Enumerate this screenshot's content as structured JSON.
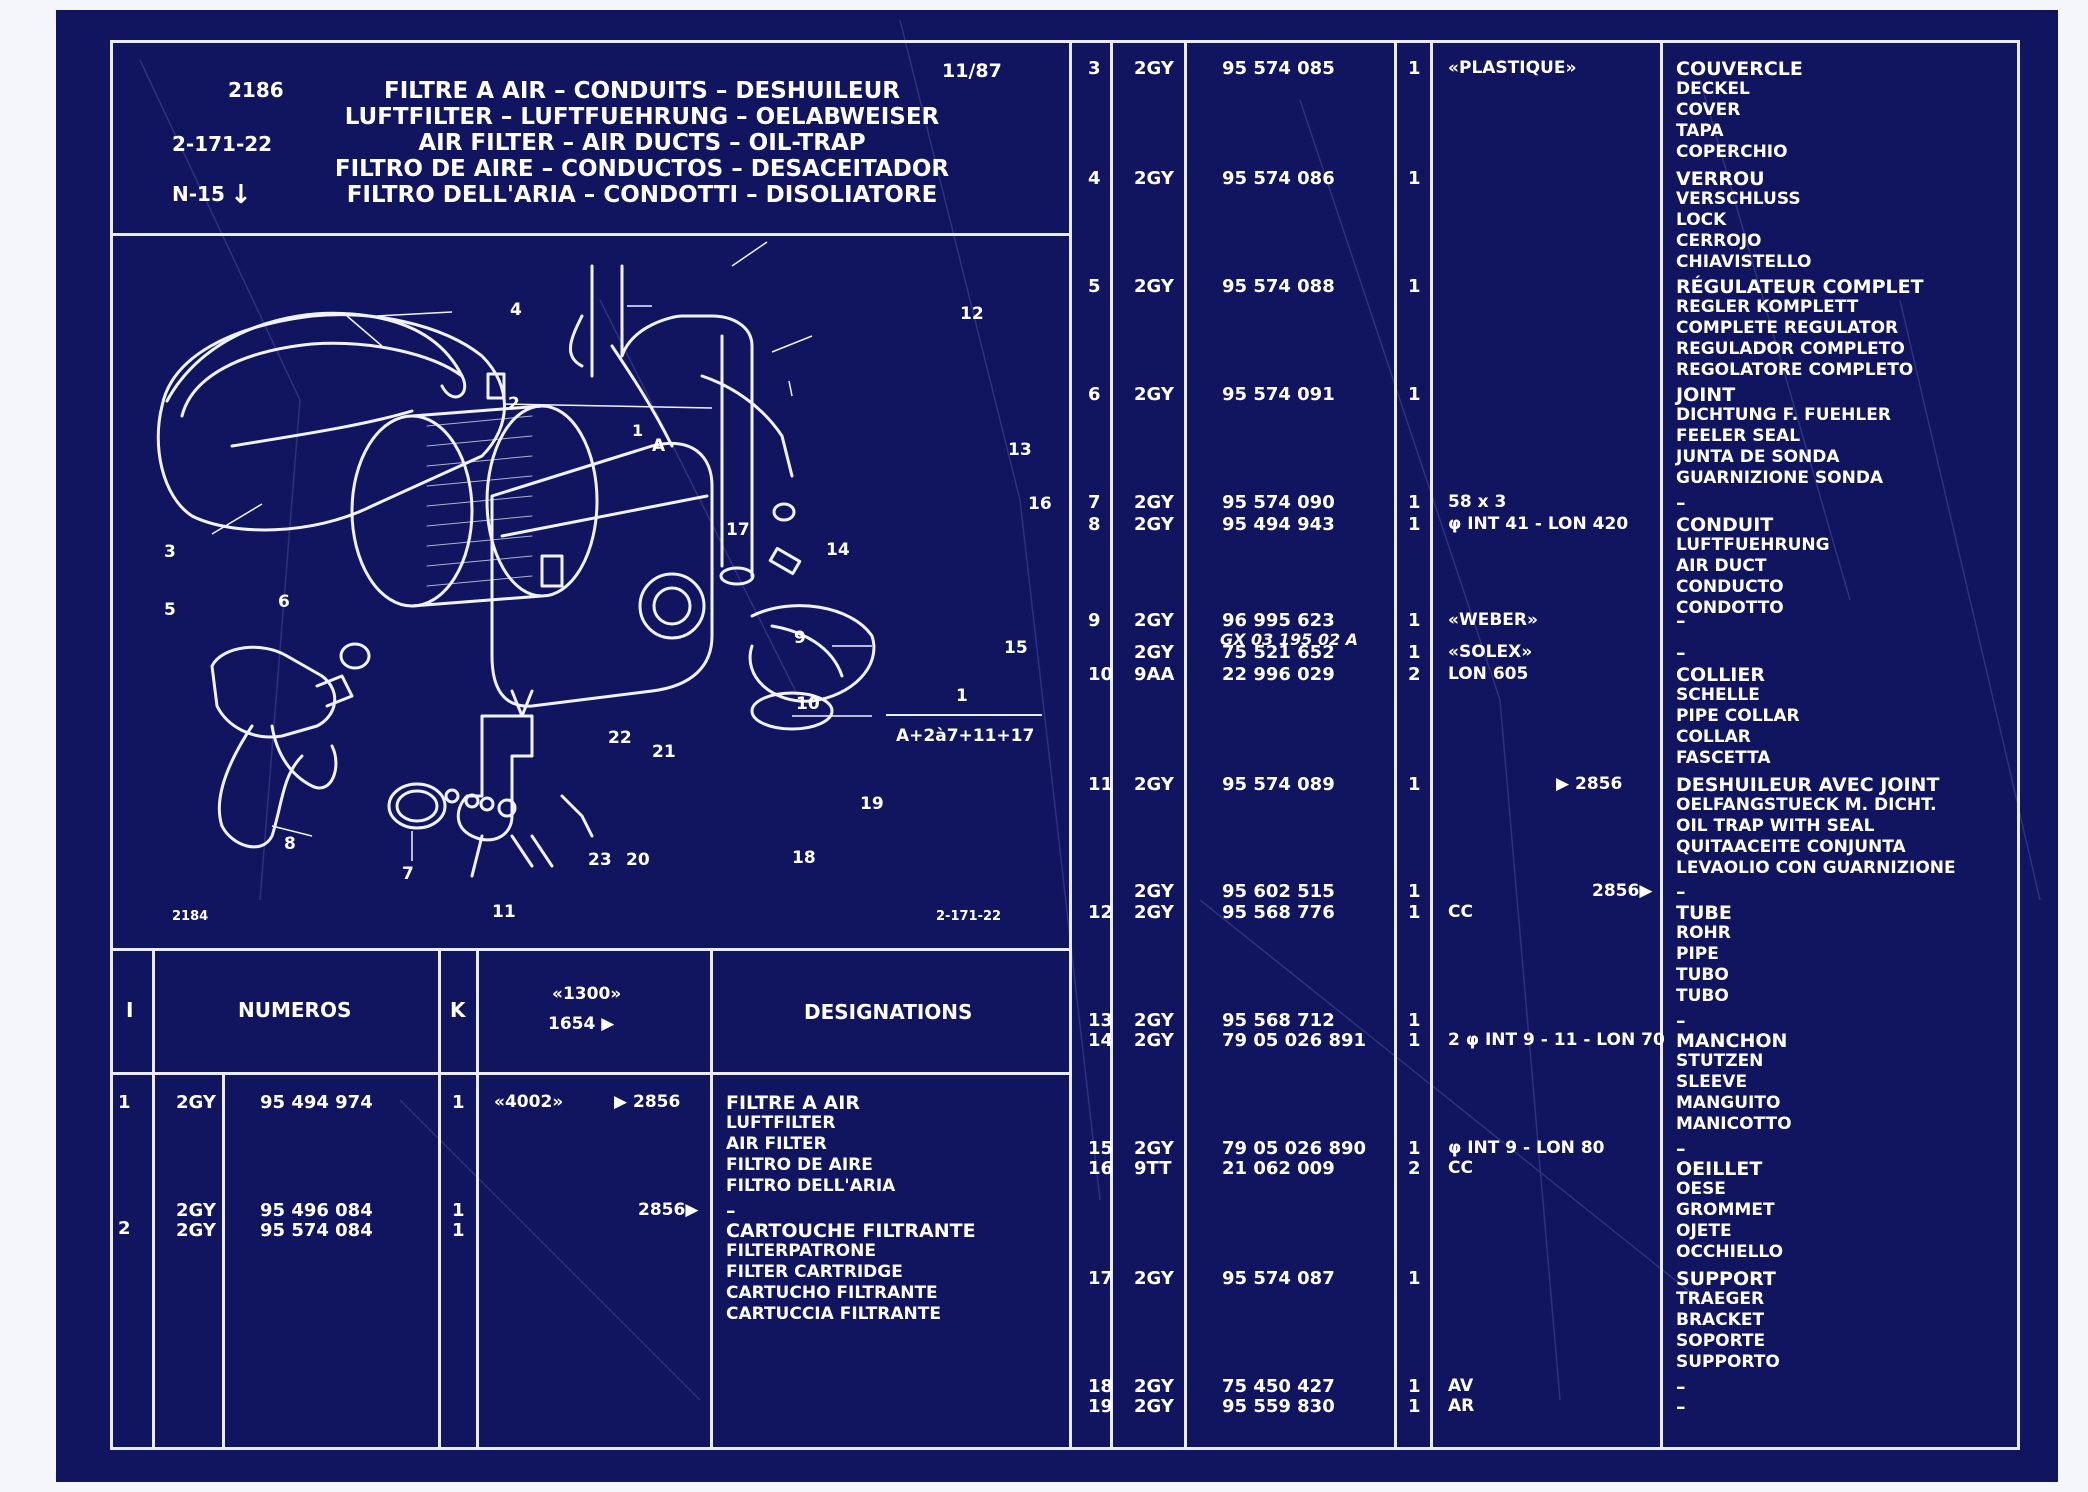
{
  "header": {
    "page_number": "2186",
    "ref_code": "2-171-22",
    "index_code": "N-15",
    "date": "11/87",
    "titles": [
      "FILTRE A AIR – CONDUITS – DESHUILEUR",
      "LUFTFILTER – LUFTFUEHRUNG – OELABWEISER",
      "AIR FILTER – AIR DUCTS – OIL-TRAP",
      "FILTRO DE AIRE – CONDUCTOS – DESACEITADOR",
      "FILTRO DELL'ARIA – CONDOTTI – DISOLIATORE"
    ]
  },
  "diagram": {
    "labels": [
      "1",
      "2",
      "3",
      "4",
      "5",
      "6",
      "7",
      "8",
      "9",
      "10",
      "11",
      "12",
      "13",
      "14",
      "15",
      "16",
      "17",
      "18",
      "19",
      "20",
      "21",
      "22",
      "23",
      "A"
    ],
    "assembly_label": "1",
    "assembly_formula": "A+2à7+11+17",
    "footer_left": "2184",
    "footer_right": "2-171-22"
  },
  "table_headers": {
    "item": "I",
    "numbers": "NUMEROS",
    "qty": "K",
    "model": "«1300»",
    "model_ref": "1654 ▶",
    "designations": "DESIGNATIONS"
  },
  "left_rows": [
    {
      "item": "1",
      "code": "2GY",
      "number": "95 494 974",
      "qty": "1",
      "note": "«4002»",
      "ref": "▶ 2856",
      "names": [
        "FILTRE A AIR",
        "LUFTFILTER",
        "AIR FILTER",
        "FILTRO DE AIRE",
        "FILTRO DELL'ARIA"
      ]
    },
    {
      "item": "",
      "code": "2GY",
      "number": "95 496 084",
      "qty": "1",
      "note": "",
      "ref": "2856▶",
      "names": [
        "–"
      ]
    },
    {
      "item": "2",
      "code": "2GY",
      "number": "95 574 084",
      "qty": "1",
      "note": "",
      "ref": "",
      "names": [
        "CARTOUCHE FILTRANTE",
        "FILTERPATRONE",
        "FILTER CARTRIDGE",
        "CARTUCHO FILTRANTE",
        "CARTUCCIA FILTRANTE"
      ]
    }
  ],
  "right_rows": [
    {
      "item": "3",
      "code": "2GY",
      "number": "95 574 085",
      "qty": "1",
      "note": "«PLASTIQUE»",
      "names": [
        "COUVERCLE",
        "DECKEL",
        "COVER",
        "TAPA",
        "COPERCHIO"
      ]
    },
    {
      "item": "4",
      "code": "2GY",
      "number": "95 574 086",
      "qty": "1",
      "note": "",
      "names": [
        "VERROU",
        "VERSCHLUSS",
        "LOCK",
        "CERROJO",
        "CHIAVISTELLO"
      ]
    },
    {
      "item": "5",
      "code": "2GY",
      "number": "95 574 088",
      "qty": "1",
      "note": "",
      "names": [
        "RÉGULATEUR COMPLET",
        "REGLER KOMPLETT",
        "COMPLETE REGULATOR",
        "REGULADOR COMPLETO",
        "REGOLATORE COMPLETO"
      ]
    },
    {
      "item": "6",
      "code": "2GY",
      "number": "95 574 091",
      "qty": "1",
      "note": "",
      "names": [
        "JOINT",
        "DICHTUNG F. FUEHLER",
        "FEELER SEAL",
        "JUNTA DE SONDA",
        "GUARNIZIONE SONDA"
      ]
    },
    {
      "item": "7",
      "code": "2GY",
      "number": "95 574 090",
      "qty": "1",
      "note": "58 x 3",
      "names": [
        "–"
      ]
    },
    {
      "item": "8",
      "code": "2GY",
      "number": "95 494 943",
      "qty": "1",
      "note": "φ INT 41 - LON 420",
      "names": [
        "CONDUIT",
        "LUFTFUEHRUNG",
        "AIR DUCT",
        "CONDUCTO",
        "CONDOTTO"
      ]
    },
    {
      "item": "9",
      "code": "2GY",
      "number": "96 995 623",
      "qty": "1",
      "note": "«WEBER»",
      "extra": "GX 03 195 02 A",
      "names": [
        "–"
      ]
    },
    {
      "item": "",
      "code": "2GY",
      "number": "75 521 652",
      "qty": "1",
      "note": "«SOLEX»",
      "names": [
        "–"
      ]
    },
    {
      "item": "10",
      "code": "9AA",
      "number": "22 996 029",
      "qty": "2",
      "note": "LON 605",
      "names": [
        "COLLIER",
        "SCHELLE",
        "PIPE COLLAR",
        "COLLAR",
        "FASCETTA"
      ]
    },
    {
      "item": "11",
      "code": "2GY",
      "number": "95 574 089",
      "qty": "1",
      "note": "",
      "ref": "▶ 2856",
      "names": [
        "DESHUILEUR AVEC JOINT",
        "OELFANGSTUECK M. DICHT.",
        "OIL TRAP WITH SEAL",
        "QUITAACEITE CONJUNTA",
        "LEVAOLIO CON GUARNIZIONE"
      ]
    },
    {
      "item": "",
      "code": "2GY",
      "number": "95 602 515",
      "qty": "1",
      "note": "",
      "ref": "2856▶",
      "names": [
        "–"
      ]
    },
    {
      "item": "12",
      "code": "2GY",
      "number": "95 568 776",
      "qty": "1",
      "note": "CC",
      "names": [
        "TUBE",
        "ROHR",
        "PIPE",
        "TUBO",
        "TUBO"
      ]
    },
    {
      "item": "13",
      "code": "2GY",
      "number": "95 568 712",
      "qty": "1",
      "note": "",
      "names": [
        "–"
      ]
    },
    {
      "item": "14",
      "code": "2GY",
      "number": "79 05 026 891",
      "qty": "1",
      "note": "2 φ INT 9 - 11 - LON 70",
      "names": [
        "MANCHON",
        "STUTZEN",
        "SLEEVE",
        "MANGUITO",
        "MANICOTTO"
      ]
    },
    {
      "item": "15",
      "code": "2GY",
      "number": "79 05 026 890",
      "qty": "1",
      "note": "φ INT 9 - LON 80",
      "names": [
        "–"
      ]
    },
    {
      "item": "16",
      "code": "9TT",
      "number": "21 062 009",
      "qty": "2",
      "note": "CC",
      "names": [
        "OEILLET",
        "OESE",
        "GROMMET",
        "OJETE",
        "OCCHIELLO"
      ]
    },
    {
      "item": "17",
      "code": "2GY",
      "number": "95 574 087",
      "qty": "1",
      "note": "",
      "names": [
        "SUPPORT",
        "TRAEGER",
        "BRACKET",
        "SOPORTE",
        "SUPPORTO"
      ]
    },
    {
      "item": "18",
      "code": "2GY",
      "number": "75 450 427",
      "qty": "1",
      "note": "AV",
      "names": [
        "–"
      ]
    },
    {
      "item": "19",
      "code": "2GY",
      "number": "95 559 830",
      "qty": "1",
      "note": "AR",
      "names": [
        "–"
      ]
    }
  ],
  "colors": {
    "background": "#111560",
    "line": "#e9ecf8",
    "text": "#ffffff"
  }
}
